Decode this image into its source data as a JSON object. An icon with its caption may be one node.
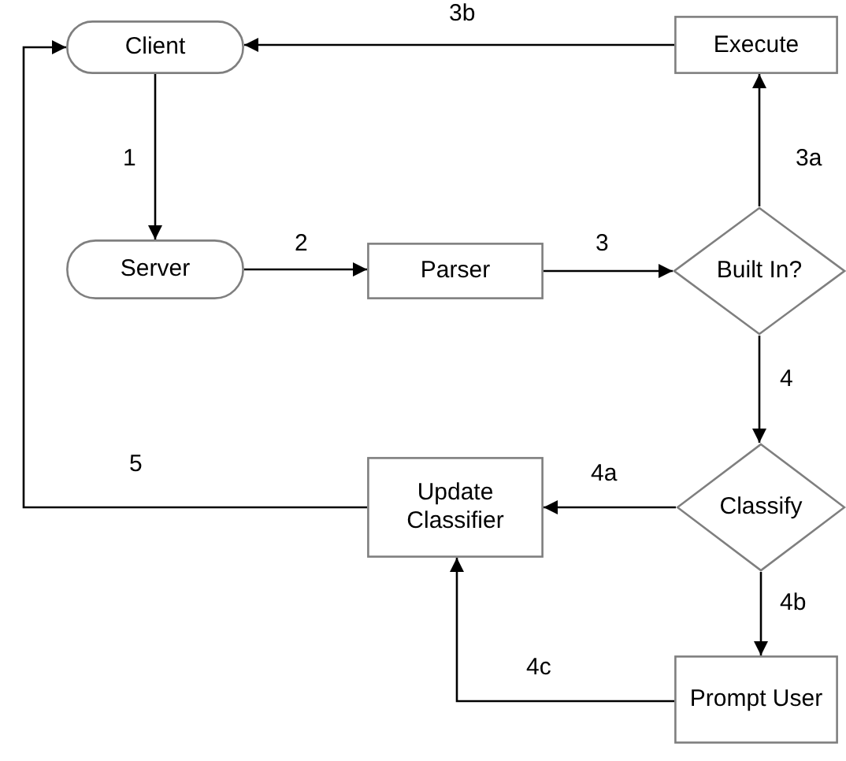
{
  "diagram": {
    "nodes": [
      {
        "text": [
          "Client"
        ]
      },
      {
        "text": [
          "Execute"
        ]
      },
      {
        "text": [
          "Server"
        ]
      },
      {
        "text": [
          "Parser"
        ]
      },
      {
        "text": [
          "Built In?"
        ]
      },
      {
        "text": [
          "Update Classifier"
        ]
      },
      {
        "text": [
          "Classify"
        ]
      },
      {
        "text": [
          "Prompt User"
        ]
      }
    ],
    "edges": [
      {
        "from": 0,
        "to": 2,
        "arrow": "to",
        "label": "1"
      },
      {
        "from": 2,
        "to": 3,
        "arrow": "to",
        "label": "2"
      },
      {
        "from": 3,
        "to": 4,
        "arrow": "to",
        "label": "3"
      },
      {
        "from": 4,
        "to": 1,
        "arrow": "to",
        "label": "3a"
      },
      {
        "from": 1,
        "to": 0,
        "arrow": "to",
        "label": "3b"
      },
      {
        "from": 4,
        "to": 6,
        "arrow": "to",
        "label": "4"
      },
      {
        "from": 6,
        "to": 5,
        "arrow": "to",
        "label": "4a"
      },
      {
        "from": 6,
        "to": 7,
        "arrow": "to",
        "label": "4b"
      },
      {
        "from": 7,
        "to": 5,
        "arrow": "to",
        "label": "4c"
      },
      {
        "from": 5,
        "to": 0,
        "arrow": "to",
        "label": "5"
      }
    ]
  }
}
